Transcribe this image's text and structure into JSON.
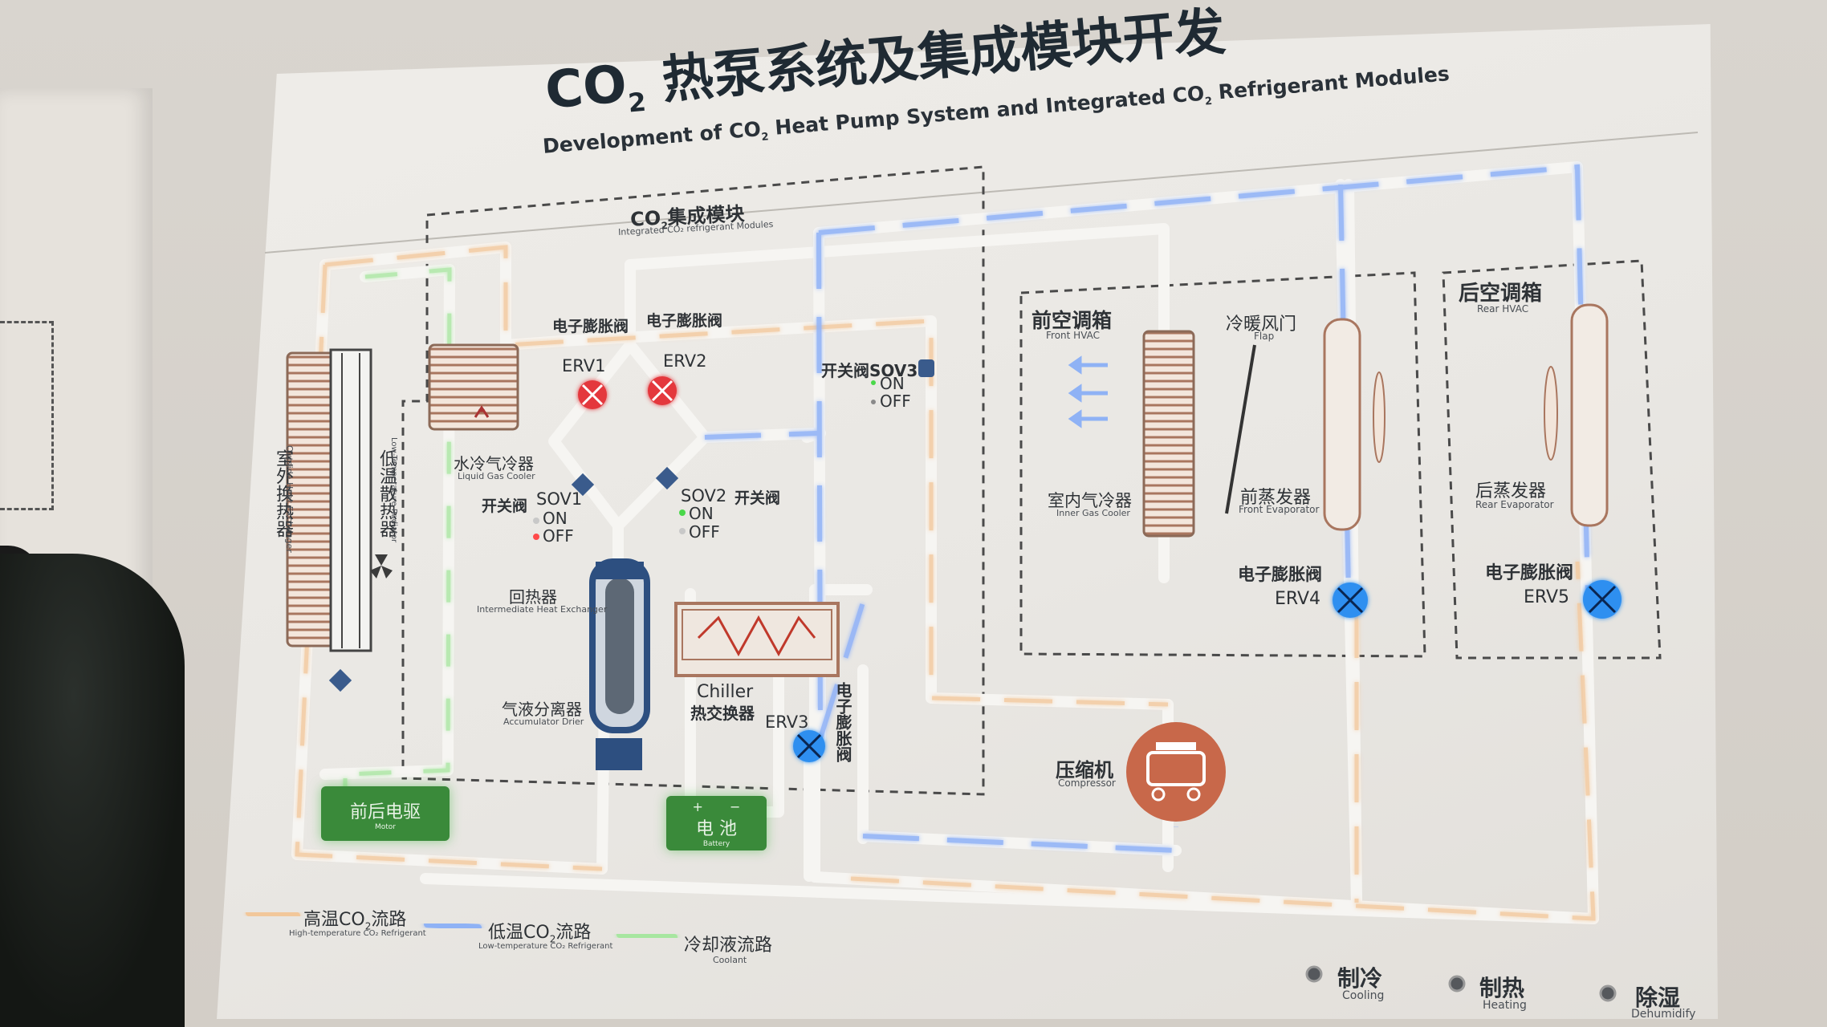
{
  "title": {
    "main_prefix": "CO",
    "main_sub": "2",
    "main_suffix": " 热泵系统及集成模块开发",
    "sub_a": "Development of CO",
    "sub_a_sub": "2",
    "sub_b": " Heat Pump System and Integrated CO",
    "sub_b_sub": "2",
    "sub_c": " Refrigerant Modules"
  },
  "module_header": {
    "cn_a": "CO",
    "cn_sub": "2",
    "cn_b": "集成模块",
    "en": "Integrated CO₂ refrigerant Modules"
  },
  "components": {
    "outdoor_hx": {
      "cn": "室外换热器",
      "en": "Outside Heat Exchanger"
    },
    "lt_radiator": {
      "cn": "低温散热器",
      "en": "Low-Temperature Radiator"
    },
    "liquid_gas_cooler": {
      "cn": "水冷气冷器",
      "en": "Liquid Gas Cooler"
    },
    "erv_label_left": "电子膨胀阀",
    "erv_label_mid": "电子膨胀阀",
    "erv1": "ERV1",
    "erv2": "ERV2",
    "sov1": {
      "label": "开关阀",
      "name": "SOV1",
      "on": "ON",
      "off": "OFF"
    },
    "sov2": {
      "label": "开关阀",
      "name": "SOV2",
      "on": "ON",
      "off": "OFF"
    },
    "sov3": {
      "label": "开关阀SOV3",
      "on": "ON",
      "off": "OFF"
    },
    "ihx": {
      "cn": "回热器",
      "en": "Intermediate Heat Exchanger"
    },
    "accumulator": {
      "cn": "气液分离器",
      "en": "Accumulator Drier"
    },
    "chiller": {
      "en": "Chiller",
      "cn": "热交换器"
    },
    "erv3": "ERV3",
    "erv3_label": "电子膨胀阀",
    "motor": {
      "cn": "前后电驱",
      "en": "Motor"
    },
    "battery": {
      "plus": "+",
      "minus": "−",
      "cn": "电 池",
      "en": "Battery"
    },
    "front_hvac": {
      "cn": "前空调箱",
      "en": "Front HVAC"
    },
    "inner_gas_cooler": {
      "cn": "室内气冷器",
      "en": "Inner Gas Cooler"
    },
    "flap": {
      "cn": "冷暖风门",
      "en": "Flap"
    },
    "front_evap": {
      "cn": "前蒸发器",
      "en": "Front Evaporator"
    },
    "erv4_label": "电子膨胀阀",
    "erv4": "ERV4",
    "rear_hvac": {
      "cn": "后空调箱",
      "en": "Rear HVAC"
    },
    "rear_evap": {
      "cn": "后蒸发器",
      "en": "Rear Evaporator"
    },
    "erv5_label": "电子膨胀阀",
    "erv5": "ERV5",
    "compressor": {
      "cn": "压缩机",
      "en": "Compressor"
    }
  },
  "legend": [
    {
      "cn_a": "高温CO",
      "cn_sub": "2",
      "cn_b": "流路",
      "en": "High-temperature CO₂ Refrigerant",
      "color": "#f2c79a"
    },
    {
      "cn_a": "低温CO",
      "cn_sub": "2",
      "cn_b": "流路",
      "en": "Low-temperature CO₂ Refrigerant",
      "color": "#8fb2f5"
    },
    {
      "cn_a": "冷却液流路",
      "cn_sub": "",
      "cn_b": "",
      "en": "Coolant",
      "color": "#a7e6a0"
    }
  ],
  "modes": [
    {
      "cn": "制冷",
      "en": "Cooling"
    },
    {
      "cn": "制热",
      "en": "Heating"
    },
    {
      "cn": "除湿",
      "en": "Dehumidify"
    }
  ],
  "colors": {
    "hot": "#f3caa0",
    "cold": "#93b4f7",
    "coolant": "#a9e7a2",
    "pipe": "#f7f6f3",
    "valve_red": "#e4383c",
    "valve_blue": "#2e8ff0",
    "compressor": "#c8684a",
    "green_box": "#3a8a3a"
  }
}
